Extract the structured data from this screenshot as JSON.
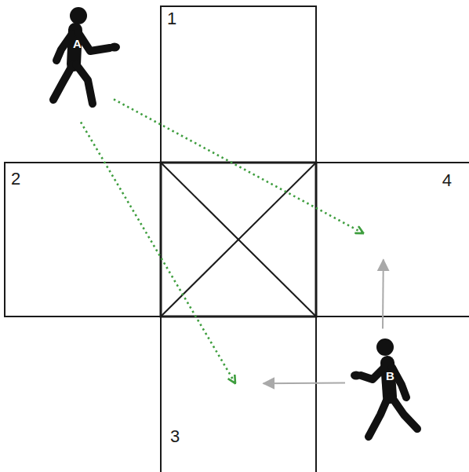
{
  "diagram": {
    "nodes": [
      {
        "text": [
          "1"
        ]
      },
      {
        "text": [
          "A"
        ]
      },
      {
        "text": [
          "2"
        ]
      },
      {
        "text": [
          "4"
        ]
      },
      {
        "text": [
          "3"
        ]
      },
      {
        "text": [
          "B"
        ]
      }
    ],
    "edges": [
      {
        "from": 1,
        "to": 3,
        "arrow": "to"
      },
      {
        "from": 1,
        "to": 4,
        "arrow": "to"
      },
      {
        "from": 5,
        "to": 4,
        "arrow": "to"
      },
      {
        "from": 5,
        "to": 3,
        "arrow": "to"
      }
    ]
  }
}
